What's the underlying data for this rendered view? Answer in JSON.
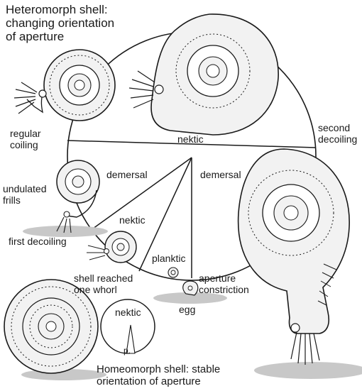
{
  "title": "Heteromorph shell:\nchanging orientation\nof aperture",
  "bottom_caption": "Homeomorph shell: stable\norientation of aperture",
  "labels": {
    "regular_coiling": "regular\ncoiling",
    "nektic_top": "nektic",
    "second_decoiling": "second\ndecoiling",
    "demersal_left": "demersal",
    "demersal_right": "demersal",
    "undulated_frills": "undulated\nfrills",
    "nektic_middle": "nektic",
    "first_decoiling": "first decoiling",
    "planktic": "planktic",
    "shell_reached": "shell reached\none whorl",
    "aperture_constriction": "aperture\nconstriction",
    "egg": "egg",
    "nektic_circle": "nektic",
    "p_mark": "p."
  },
  "colors": {
    "ink": "#1a1a1a",
    "shadow": "#c8c8c8",
    "shell_fill": "#f2f2f2"
  }
}
